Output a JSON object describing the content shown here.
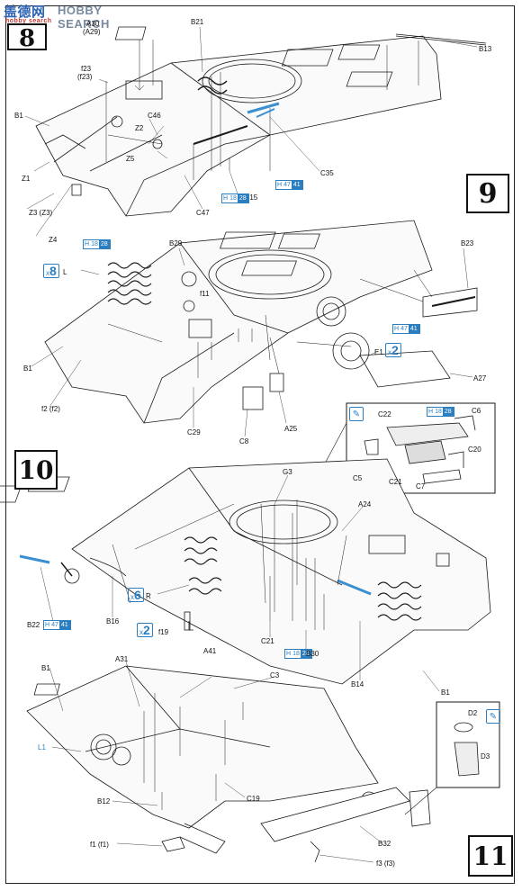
{
  "watermark": {
    "brand_cn": "盖德网",
    "brand_en": "HOBBY SEARCH",
    "sub": "hobby search"
  },
  "steps": [
    "8",
    "9",
    "10",
    "11"
  ],
  "labels": {
    "a30": "A30",
    "a29": "(A29)",
    "b21": "B21",
    "b13": "B13",
    "f23": "f23",
    "f23p": "(f23)",
    "b1_s8": "B1",
    "c46": "C46",
    "z2": "Z2",
    "z5": "Z5",
    "z1": "Z1",
    "z3": "Z3 (Z3)",
    "z4": "Z4",
    "c47": "C47",
    "b15": "B15",
    "c35": "C35",
    "b29": "B29",
    "b23": "B23",
    "l": "L",
    "f11": "f11",
    "b1_s9": "B1",
    "f2": "f2 (f2)",
    "c29": "C29",
    "c8": "C8",
    "a25": "A25",
    "e1": "E1",
    "a27": "A27",
    "c22": "C22",
    "c6": "C6",
    "c5": "C5",
    "c21_inset": "C21",
    "c20": "C20",
    "c7": "C7",
    "g3": "G3",
    "a24": "A24",
    "r": "R",
    "b22": "B22",
    "b16": "B16",
    "f19": "f19",
    "c21": "C21",
    "b30": "B30",
    "b14": "B14",
    "b1_s10": "B1",
    "b1_s11": "B1",
    "a31": "A31",
    "a41": "A41",
    "c3": "C3",
    "l1": "L1",
    "b12": "B12",
    "c19": "C19",
    "f1": "f1 (f1)",
    "b32": "B32",
    "f3": "f3 (f3)",
    "d2": "D2",
    "d3": "D3"
  },
  "hint_glyph": "✎",
  "mult_prefix": "x",
  "multipliers": {
    "s9_l": "8",
    "s9_e1": "2",
    "s10_r": "6",
    "s10_f19": "2"
  },
  "paint_tags": {
    "t1": {
      "prefix": "H",
      "code": "18",
      "num": "28"
    },
    "t2": {
      "prefix": "H",
      "code": "47",
      "num": "41"
    },
    "t3": {
      "prefix": "H",
      "code": "18",
      "num": "28"
    },
    "t4": {
      "prefix": "H",
      "code": "47",
      "num": "41"
    },
    "t5": {
      "prefix": "H",
      "code": "18",
      "num": "28"
    },
    "t6": {
      "prefix": "H",
      "code": "47",
      "num": "41"
    },
    "t7": {
      "prefix": "H",
      "code": "18",
      "num": "28"
    }
  },
  "colors": {
    "line": "#1a1a1a",
    "accent_blue": "#2b7fc1",
    "part_blue": "#3a8fd0",
    "shade": "#555555"
  }
}
